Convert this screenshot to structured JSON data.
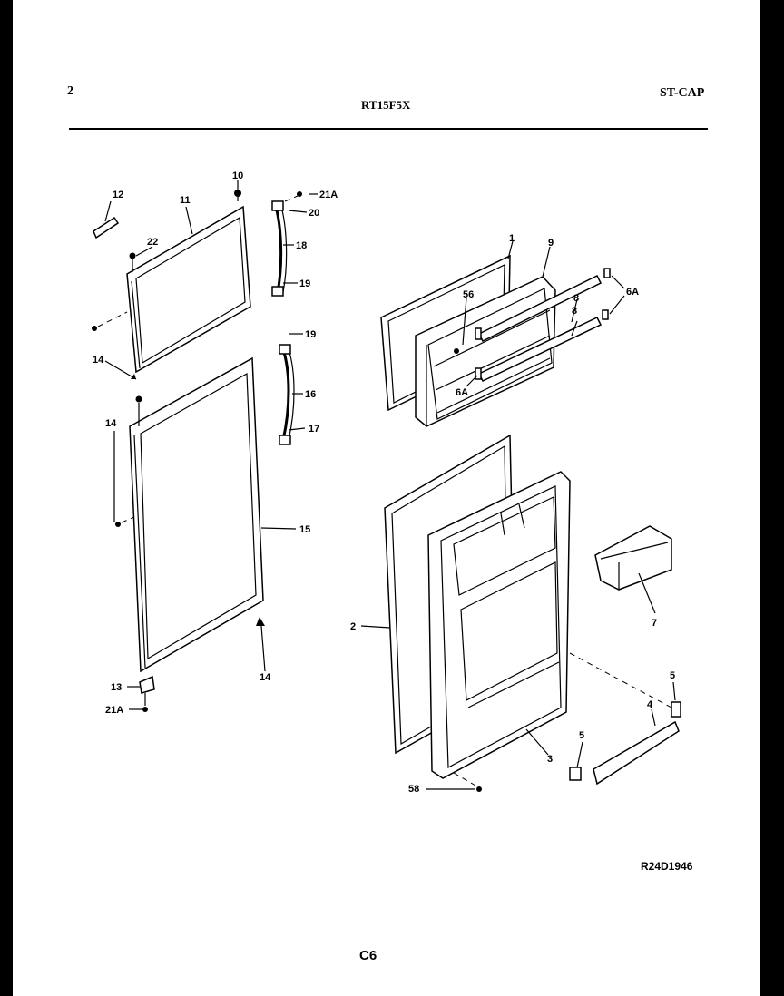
{
  "header": {
    "page_number": "2",
    "model": "RT15F5X",
    "section": "ST-CAP"
  },
  "footer": {
    "drawing_id": "R24D1946",
    "page_code": "C6"
  },
  "callouts": {
    "c12": "12",
    "c11": "11",
    "c10": "10",
    "c21a_top": "21A",
    "c20": "20",
    "c18_top": "18",
    "c19_top": "19",
    "c22": "22",
    "c14_a": "14",
    "c14_b": "14",
    "c19_mid": "19",
    "c16": "16",
    "c17": "17",
    "c15": "15",
    "c14_c": "14",
    "c13": "13",
    "c21a_bot": "21A",
    "c1": "1",
    "c9": "9",
    "c56": "56",
    "c6a_r": "6A",
    "c8_a": "8",
    "c8_b": "8",
    "c6a_l": "6A",
    "c2": "2",
    "c7": "7",
    "c5_r": "5",
    "c4": "4",
    "c5_l": "5",
    "c3": "3",
    "c58": "58"
  }
}
